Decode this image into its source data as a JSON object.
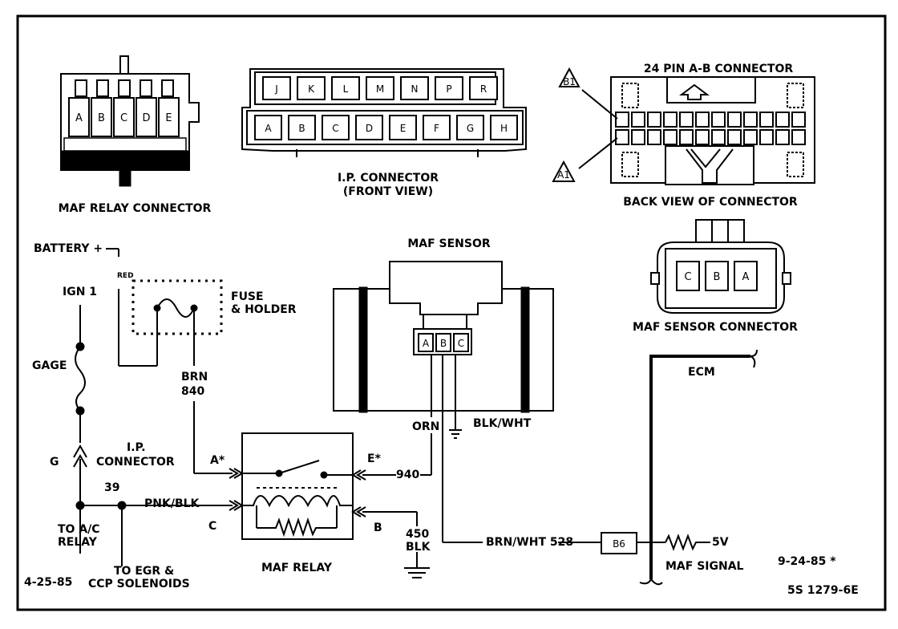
{
  "labels": {
    "maf_relay_connector": "MAF RELAY CONNECTOR",
    "ip_connector_line1": "I.P. CONNECTOR",
    "ip_connector_line2": "(FRONT VIEW)",
    "pin24_connector": "24 PIN A-B CONNECTOR",
    "back_view": "BACK VIEW OF CONNECTOR",
    "maf_sensor": "MAF SENSOR",
    "maf_sensor_connector": "MAF SENSOR CONNECTOR",
    "battery": "BATTERY +",
    "red": "RED",
    "ign1": "IGN 1",
    "fuse_line1": "FUSE",
    "fuse_line2": "& HOLDER",
    "gage": "GAGE",
    "brn": "BRN",
    "brn_num": "840",
    "orn": "ORN",
    "blk_wht": "BLK/WHT",
    "ecm": "ECM",
    "g": "G",
    "ip_conn_line1": "I.P.",
    "ip_conn_line2": "CONNECTOR",
    "num39": "39",
    "pnk_blk": "PNK/BLK",
    "a_star": "A*",
    "e_star": "E*",
    "num940": "940",
    "c": "C",
    "b": "B",
    "blk450_line1": "450",
    "blk450_line2": "BLK",
    "to_ac_line1": "TO A/C",
    "to_ac_line2": "RELAY",
    "to_egr_line1": "TO EGR &",
    "to_egr_line2": "CCP SOLENOIDS",
    "maf_relay": "MAF RELAY",
    "brn_wht": "BRN/WHT 528",
    "b6": "B6",
    "v5": "5V",
    "maf_signal": "MAF SIGNAL",
    "date_left": "4-25-85",
    "date_right": "9-24-85 *",
    "ref": "5S 1279-6E",
    "a1": "A1",
    "b1": "B1"
  },
  "maf_relay_pins": [
    "A",
    "B",
    "C",
    "D",
    "E"
  ],
  "ip_connector_top": [
    "J",
    "K",
    "L",
    "M",
    "N",
    "P",
    "R"
  ],
  "ip_connector_bottom": [
    "A",
    "B",
    "C",
    "D",
    "E",
    "F",
    "G",
    "H"
  ],
  "maf_sensor_pins": [
    "A",
    "B",
    "C"
  ],
  "maf_sensor_connector_pins": [
    "C",
    "B",
    "A"
  ]
}
